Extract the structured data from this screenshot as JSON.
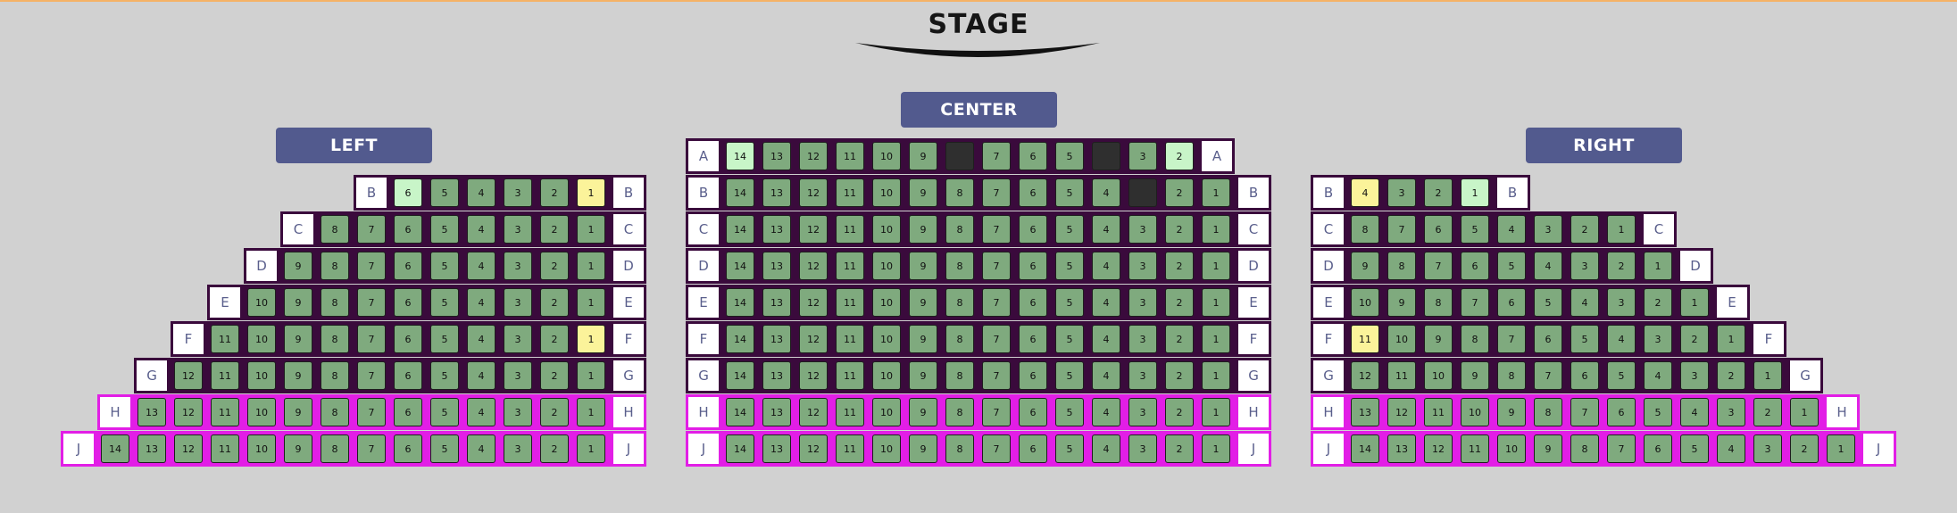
{
  "stage": {
    "label": "STAGE"
  },
  "colors": {
    "background": "#d1d1d1",
    "header": "#525a8e",
    "row_strip": "#3a0a3c",
    "row_strip_highlight": "#e21ee6",
    "seat_available": "#7faa7e",
    "seat_light": "#c8f5c8",
    "seat_yellow": "#fbf39a",
    "seat_booked": "#2f2f2f"
  },
  "sections": [
    {
      "id": "left",
      "label": "LEFT",
      "align": "right",
      "rows": [
        {
          "label": "B",
          "seats": [
            "6",
            "5",
            "4",
            "3",
            "2",
            "1"
          ],
          "status": {
            "6": "light",
            "1": "yellow"
          }
        },
        {
          "label": "C",
          "seats": [
            "8",
            "7",
            "6",
            "5",
            "4",
            "3",
            "2",
            "1"
          ],
          "status": {}
        },
        {
          "label": "D",
          "seats": [
            "9",
            "8",
            "7",
            "6",
            "5",
            "4",
            "3",
            "2",
            "1"
          ],
          "status": {}
        },
        {
          "label": "E",
          "seats": [
            "10",
            "9",
            "8",
            "7",
            "6",
            "5",
            "4",
            "3",
            "2",
            "1"
          ],
          "status": {}
        },
        {
          "label": "F",
          "seats": [
            "11",
            "10",
            "9",
            "8",
            "7",
            "6",
            "5",
            "4",
            "3",
            "2",
            "1"
          ],
          "status": {
            "1": "yellow"
          }
        },
        {
          "label": "G",
          "seats": [
            "12",
            "11",
            "10",
            "9",
            "8",
            "7",
            "6",
            "5",
            "4",
            "3",
            "2",
            "1"
          ],
          "status": {}
        },
        {
          "label": "H",
          "highlight": true,
          "seats": [
            "13",
            "12",
            "11",
            "10",
            "9",
            "8",
            "7",
            "6",
            "5",
            "4",
            "3",
            "2",
            "1"
          ],
          "status": {}
        },
        {
          "label": "J",
          "highlight": true,
          "seats": [
            "14",
            "13",
            "12",
            "11",
            "10",
            "9",
            "8",
            "7",
            "6",
            "5",
            "4",
            "3",
            "2",
            "1"
          ],
          "status": {}
        }
      ]
    },
    {
      "id": "center",
      "label": "CENTER",
      "align": "center",
      "rows": [
        {
          "label": "A",
          "seats": [
            "14",
            "13",
            "12",
            "11",
            "10",
            "9",
            "",
            "7",
            "6",
            "5",
            "",
            "3",
            "2"
          ],
          "status": {
            "14": "light",
            "2": "light"
          },
          "booked_slots": [
            6,
            10
          ]
        },
        {
          "label": "B",
          "seats": [
            "14",
            "13",
            "12",
            "11",
            "10",
            "9",
            "8",
            "7",
            "6",
            "5",
            "4",
            "",
            "2",
            "1"
          ],
          "status": {},
          "booked_slots": [
            11
          ]
        },
        {
          "label": "C",
          "seats": [
            "14",
            "13",
            "12",
            "11",
            "10",
            "9",
            "8",
            "7",
            "6",
            "5",
            "4",
            "3",
            "2",
            "1"
          ],
          "status": {}
        },
        {
          "label": "D",
          "seats": [
            "14",
            "13",
            "12",
            "11",
            "10",
            "9",
            "8",
            "7",
            "6",
            "5",
            "4",
            "3",
            "2",
            "1"
          ],
          "status": {}
        },
        {
          "label": "E",
          "seats": [
            "14",
            "13",
            "12",
            "11",
            "10",
            "9",
            "8",
            "7",
            "6",
            "5",
            "4",
            "3",
            "2",
            "1"
          ],
          "status": {}
        },
        {
          "label": "F",
          "seats": [
            "14",
            "13",
            "12",
            "11",
            "10",
            "9",
            "8",
            "7",
            "6",
            "5",
            "4",
            "3",
            "2",
            "1"
          ],
          "status": {}
        },
        {
          "label": "G",
          "seats": [
            "14",
            "13",
            "12",
            "11",
            "10",
            "9",
            "8",
            "7",
            "6",
            "5",
            "4",
            "3",
            "2",
            "1"
          ],
          "status": {}
        },
        {
          "label": "H",
          "highlight": true,
          "seats": [
            "14",
            "13",
            "12",
            "11",
            "10",
            "9",
            "8",
            "7",
            "6",
            "5",
            "4",
            "3",
            "2",
            "1"
          ],
          "status": {}
        },
        {
          "label": "J",
          "highlight": true,
          "seats": [
            "14",
            "13",
            "12",
            "11",
            "10",
            "9",
            "8",
            "7",
            "6",
            "5",
            "4",
            "3",
            "2",
            "1"
          ],
          "status": {}
        }
      ]
    },
    {
      "id": "right",
      "label": "RIGHT",
      "align": "left",
      "rows": [
        {
          "label": "B",
          "seats": [
            "4",
            "3",
            "2",
            "1"
          ],
          "status": {
            "4": "yellow",
            "1": "light"
          }
        },
        {
          "label": "C",
          "seats": [
            "8",
            "7",
            "6",
            "5",
            "4",
            "3",
            "2",
            "1"
          ],
          "status": {}
        },
        {
          "label": "D",
          "seats": [
            "9",
            "8",
            "7",
            "6",
            "5",
            "4",
            "3",
            "2",
            "1"
          ],
          "status": {}
        },
        {
          "label": "E",
          "seats": [
            "10",
            "9",
            "8",
            "7",
            "6",
            "5",
            "4",
            "3",
            "2",
            "1"
          ],
          "status": {}
        },
        {
          "label": "F",
          "seats": [
            "11",
            "10",
            "9",
            "8",
            "7",
            "6",
            "5",
            "4",
            "3",
            "2",
            "1"
          ],
          "status": {
            "11": "yellow"
          }
        },
        {
          "label": "G",
          "seats": [
            "12",
            "11",
            "10",
            "9",
            "8",
            "7",
            "6",
            "5",
            "4",
            "3",
            "2",
            "1"
          ],
          "status": {}
        },
        {
          "label": "H",
          "highlight": true,
          "seats": [
            "13",
            "12",
            "11",
            "10",
            "9",
            "8",
            "7",
            "6",
            "5",
            "4",
            "3",
            "2",
            "1"
          ],
          "status": {}
        },
        {
          "label": "J",
          "highlight": true,
          "seats": [
            "14",
            "13",
            "12",
            "11",
            "10",
            "9",
            "8",
            "7",
            "6",
            "5",
            "4",
            "3",
            "2",
            "1"
          ],
          "status": {}
        }
      ]
    }
  ]
}
